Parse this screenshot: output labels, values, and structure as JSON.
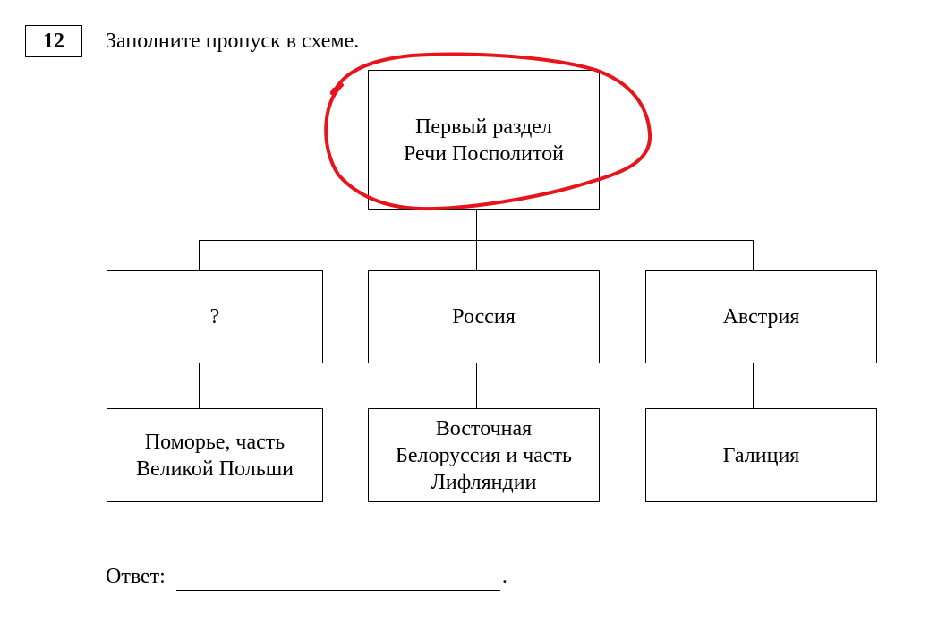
{
  "task": {
    "number": "12",
    "instruction": "Заполните пропуск в схеме."
  },
  "diagram": {
    "root": {
      "line1": "Первый раздел",
      "line2": "Речи Посполитой"
    },
    "branches": [
      {
        "country": "?",
        "territory": [
          "Поморье, часть",
          "Великой Польши"
        ]
      },
      {
        "country": "Россия",
        "territory": [
          "Восточная",
          "Белоруссия и часть",
          "Лифляндии"
        ]
      },
      {
        "country": "Австрия",
        "territory": [
          "Галиция"
        ]
      }
    ]
  },
  "answer": {
    "label": "Ответ:",
    "value": "",
    "terminator": "."
  },
  "colors": {
    "annotation": "#e8141b",
    "lines": "#000000"
  }
}
